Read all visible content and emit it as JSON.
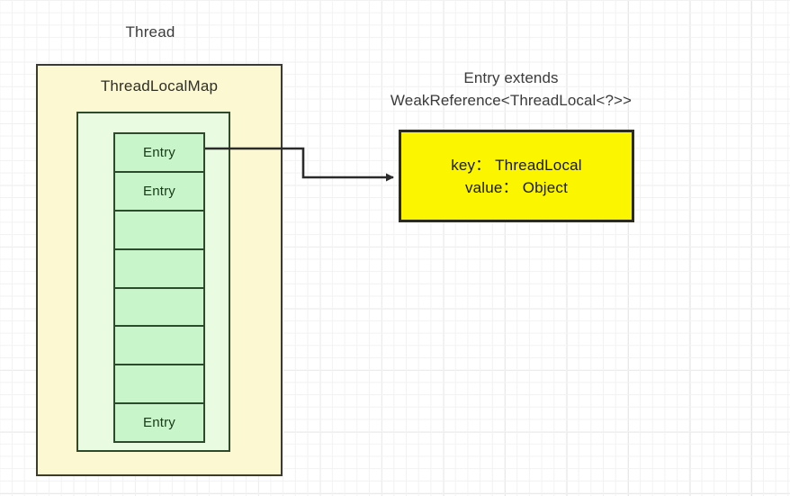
{
  "diagram": {
    "title": "ThreadLocal / ThreadLocalMap structure",
    "colors": {
      "thread_box_fill": "#fcf8d2",
      "threadlocalmap_box_fill": "#e9fbe0",
      "entry_cell_fill": "#c9f5cb",
      "entry_detail_fill": "#fbf500",
      "stroke_dark": "#2d4a2d",
      "stroke_outline": "#3b3b32",
      "grid_line": "#e2e2e2",
      "text_gray": "#3b3b3b"
    }
  },
  "thread": {
    "label": "Thread"
  },
  "thread_local_map": {
    "label": "ThreadLocalMap",
    "entries": [
      {
        "label": "Entry",
        "occupied": true
      },
      {
        "label": "Entry",
        "occupied": true
      },
      {
        "label": "",
        "occupied": false
      },
      {
        "label": "",
        "occupied": false
      },
      {
        "label": "",
        "occupied": false
      },
      {
        "label": "",
        "occupied": false
      },
      {
        "label": "",
        "occupied": false
      },
      {
        "label": "Entry",
        "occupied": true
      }
    ]
  },
  "entry_detail": {
    "caption_line1": "Entry extends",
    "caption_line2": "WeakReference<ThreadLocal<?>>",
    "key_line": "key： ThreadLocal",
    "value_line": "value： Object"
  },
  "connector": {
    "name": "entry-to-entry-detail-arrow",
    "from": "first-entry-cell",
    "to": "entry-detail-box"
  }
}
